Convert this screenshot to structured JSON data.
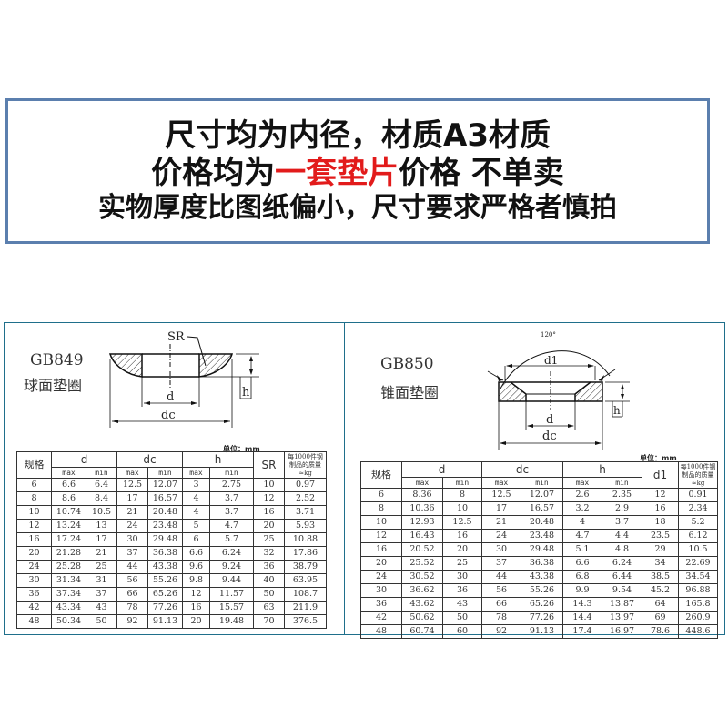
{
  "banner": {
    "line1": "尺寸均为内径，材质A3材质",
    "line2_prefix": "价格均为",
    "line2_highlight": "一套垫片",
    "line2_suffix": "价格 不单卖",
    "line3": "实物厚度比图纸偏小，尺寸要求严格者慎拍",
    "border_color": "#5b7fae",
    "highlight_color": "#e21b1b"
  },
  "gb849": {
    "title": "GB849",
    "subtitle": "球面垫圈",
    "diagram_labels": {
      "sr": "SR",
      "d": "d",
      "dc": "dc",
      "h": "h"
    },
    "unit": "单位：mm",
    "headers": {
      "spec": "规格",
      "d": "d",
      "dc": "dc",
      "h": "h",
      "sr": "SR",
      "mass": "每1000件钢制品的质量 ≈kg",
      "max": "max",
      "min": "min"
    },
    "rows": [
      [
        "6",
        "6.6",
        "6.4",
        "12.5",
        "12.07",
        "3",
        "2.75",
        "10",
        "0.97"
      ],
      [
        "8",
        "8.6",
        "8.4",
        "17",
        "16.57",
        "4",
        "3.7",
        "12",
        "2.52"
      ],
      [
        "10",
        "10.74",
        "10.5",
        "21",
        "20.48",
        "4",
        "3.7",
        "16",
        "3.71"
      ],
      [
        "12",
        "13.24",
        "13",
        "24",
        "23.48",
        "5",
        "4.7",
        "20",
        "5.93"
      ],
      [
        "16",
        "17.24",
        "17",
        "30",
        "29.48",
        "6",
        "5.7",
        "25",
        "10.88"
      ],
      [
        "20",
        "21.28",
        "21",
        "37",
        "36.38",
        "6.6",
        "6.24",
        "32",
        "17.86"
      ],
      [
        "24",
        "25.28",
        "25",
        "44",
        "43.38",
        "9.6",
        "9.24",
        "36",
        "38.79"
      ],
      [
        "30",
        "31.34",
        "31",
        "56",
        "55.26",
        "9.8",
        "9.44",
        "40",
        "63.95"
      ],
      [
        "36",
        "37.34",
        "37",
        "66",
        "65.26",
        "12",
        "11.57",
        "50",
        "108.7"
      ],
      [
        "42",
        "43.34",
        "43",
        "78",
        "77.26",
        "16",
        "15.57",
        "63",
        "211.9"
      ],
      [
        "48",
        "50.34",
        "50",
        "92",
        "91.13",
        "20",
        "19.48",
        "70",
        "376.5"
      ]
    ]
  },
  "gb850": {
    "title": "GB850",
    "subtitle": "锥面垫圈",
    "diagram_labels": {
      "angle": "120°",
      "d1": "d1",
      "d": "d",
      "dc": "dc",
      "h": "h"
    },
    "unit": "单位：mm",
    "headers": {
      "spec": "规格",
      "d": "d",
      "dc": "dc",
      "h": "h",
      "d1": "d1",
      "mass": "每1000件钢制品的质量 ≈kg",
      "max": "max",
      "min": "min"
    },
    "rows": [
      [
        "6",
        "8.36",
        "8",
        "12.5",
        "12.07",
        "2.6",
        "2.35",
        "12",
        "0.91"
      ],
      [
        "8",
        "10.36",
        "10",
        "17",
        "16.57",
        "3.2",
        "2.9",
        "16",
        "2.34"
      ],
      [
        "10",
        "12.93",
        "12.5",
        "21",
        "20.48",
        "4",
        "3.7",
        "18",
        "5.2"
      ],
      [
        "12",
        "16.43",
        "16",
        "24",
        "23.48",
        "4.7",
        "4.4",
        "23.5",
        "6.12"
      ],
      [
        "16",
        "20.52",
        "20",
        "30",
        "29.48",
        "5.1",
        "4.8",
        "29",
        "10.5"
      ],
      [
        "20",
        "25.52",
        "25",
        "37",
        "36.38",
        "6.6",
        "6.24",
        "34",
        "22.69"
      ],
      [
        "24",
        "30.52",
        "30",
        "44",
        "43.38",
        "6.8",
        "6.44",
        "38.5",
        "34.54"
      ],
      [
        "30",
        "36.62",
        "36",
        "56",
        "55.26",
        "9.9",
        "9.54",
        "45.2",
        "96.88"
      ],
      [
        "36",
        "43.62",
        "43",
        "66",
        "65.26",
        "14.3",
        "13.87",
        "64",
        "165.8"
      ],
      [
        "42",
        "50.62",
        "50",
        "78",
        "77.26",
        "14.4",
        "13.97",
        "69",
        "260.9"
      ],
      [
        "48",
        "60.74",
        "60",
        "92",
        "91.13",
        "17.4",
        "16.97",
        "78.6",
        "448.6"
      ]
    ]
  }
}
